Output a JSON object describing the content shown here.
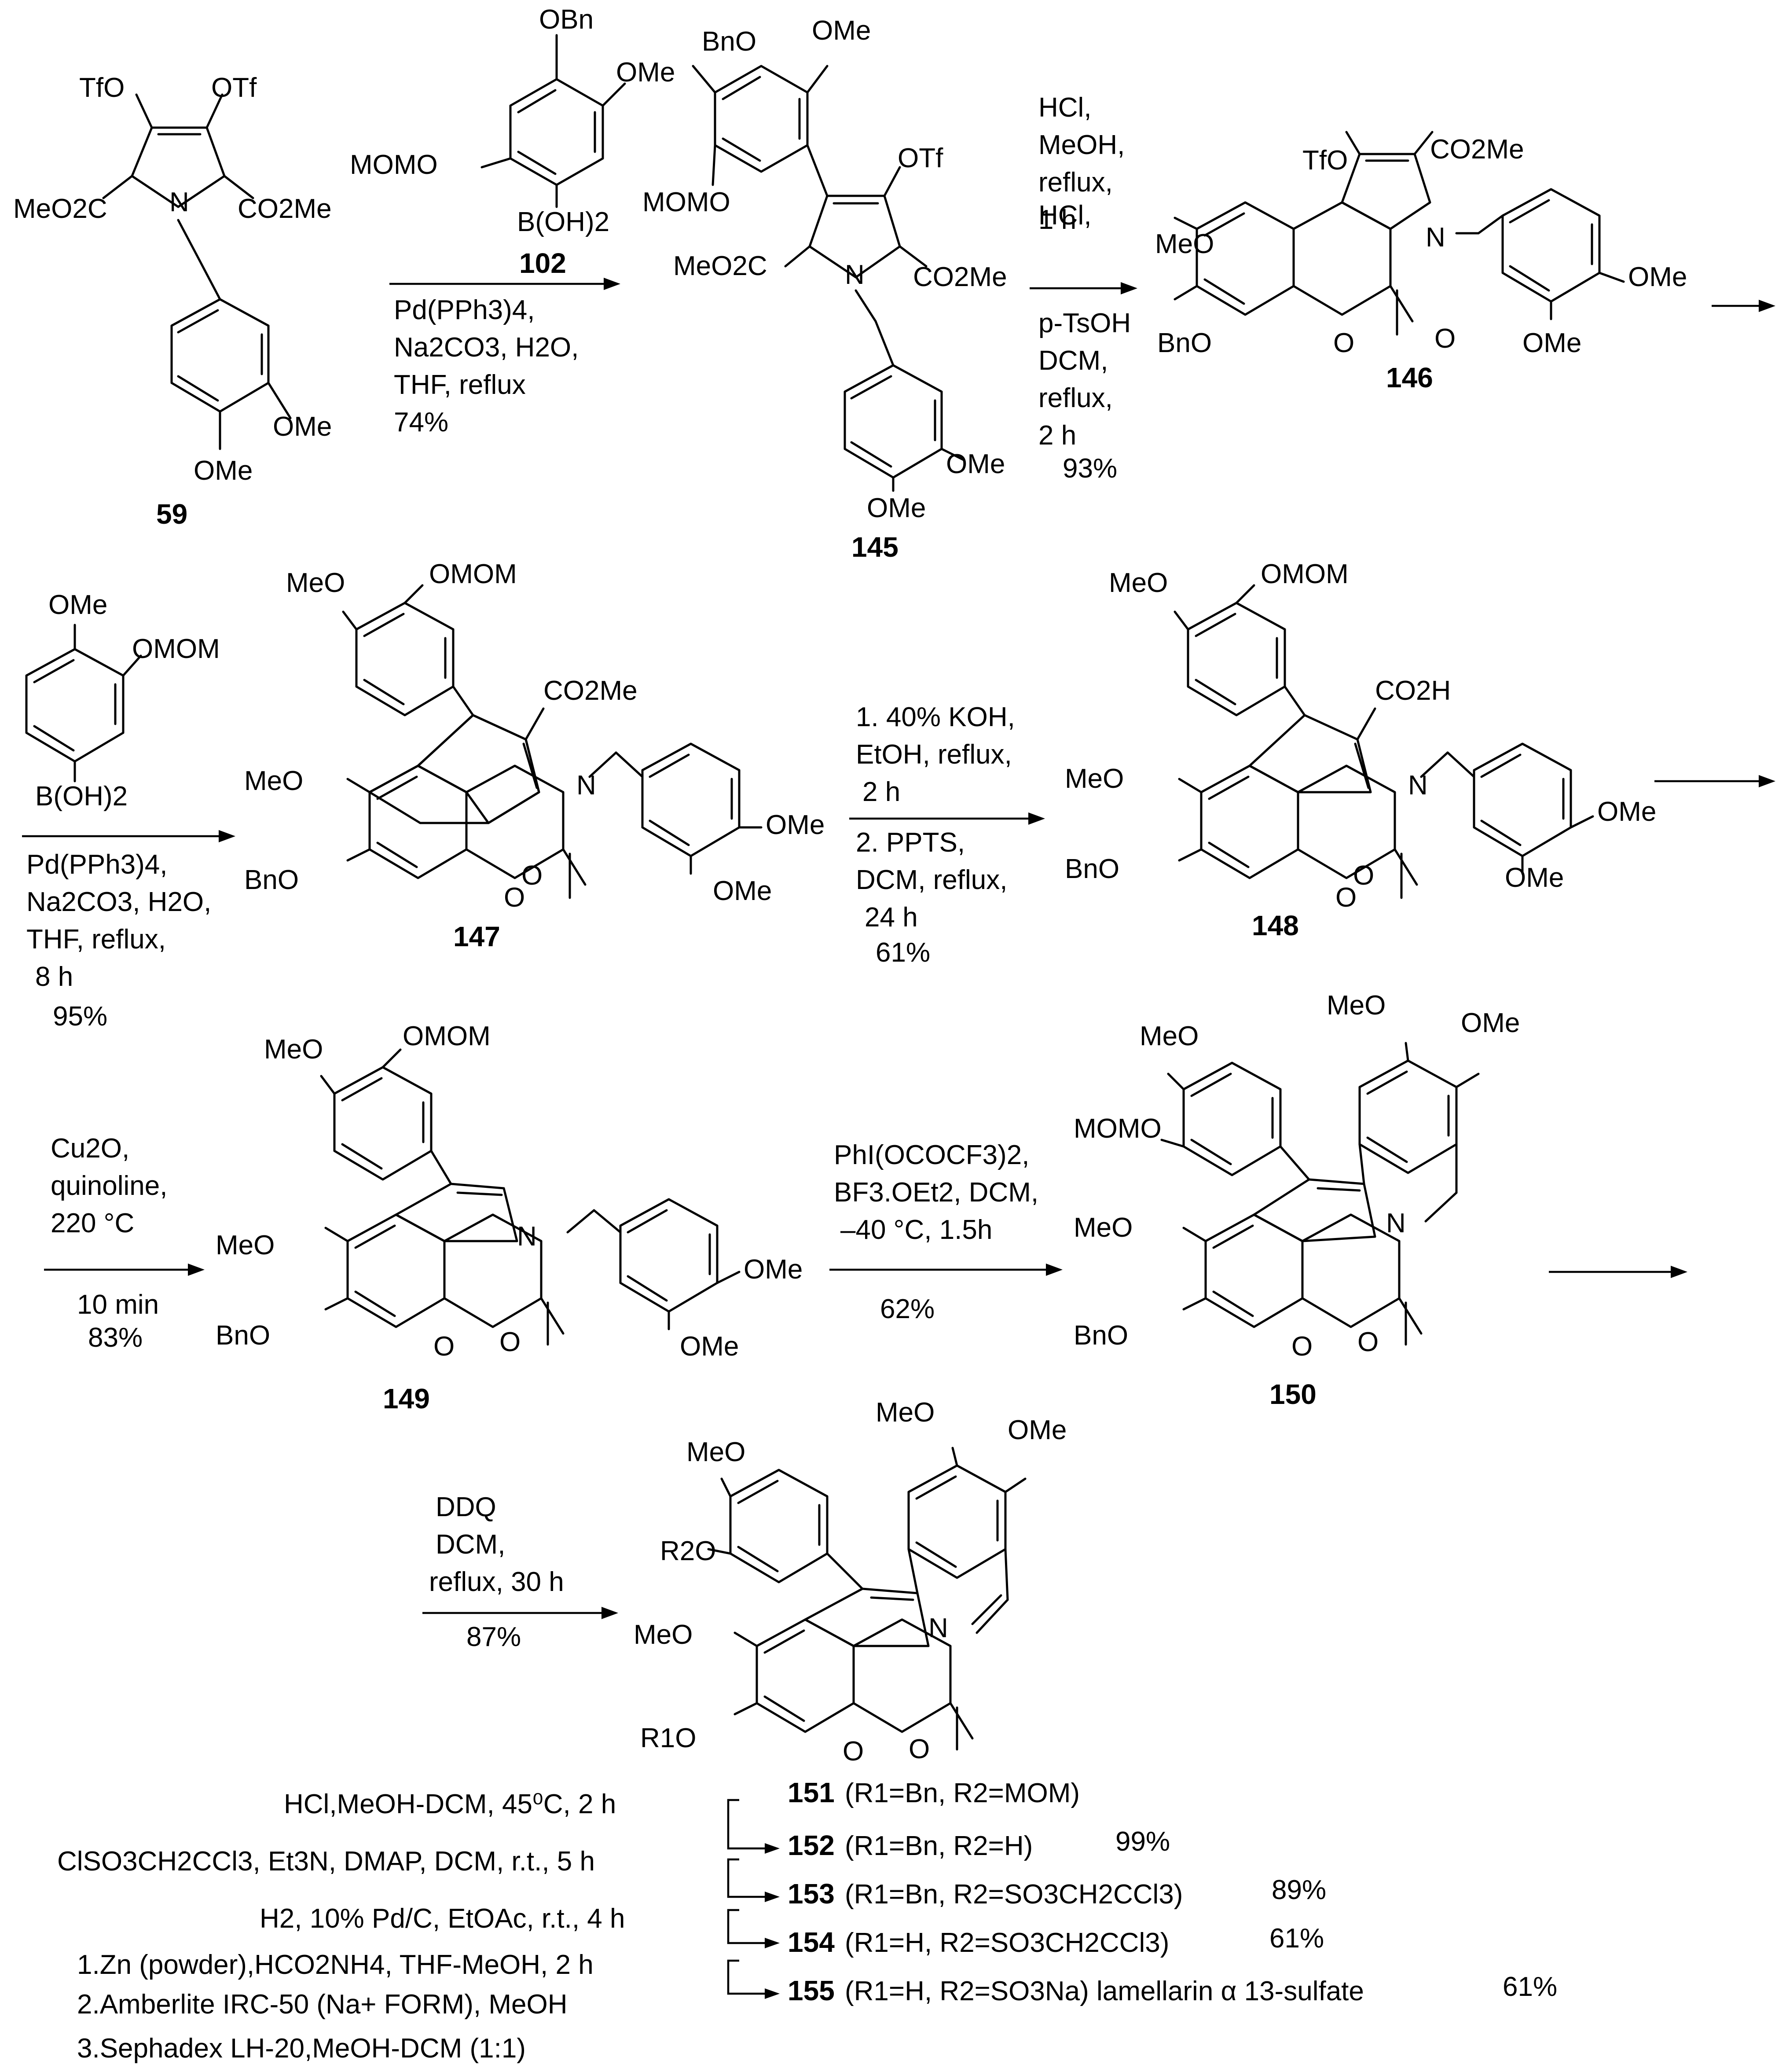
{
  "substituents": {
    "TfO": "TfO",
    "OTf": "OTf",
    "MeO2C": "MeO2C",
    "CO2Me": "CO2Me",
    "CO2H": "CO2H",
    "OMe": "OMe",
    "MeO": "MeO",
    "BnO": "BnO",
    "OBn": "OBn",
    "MOMO": "MOMO",
    "OMOM": "OMOM",
    "BOH2": "B(OH)2",
    "N": "N",
    "O": "O",
    "R1O": "R1O",
    "R2O": "R2O"
  },
  "compounds": {
    "c59": "59",
    "c102": "102",
    "c145": "145",
    "c146": "146",
    "c147": "147",
    "c148": "148",
    "c149": "149",
    "c150": "150"
  },
  "steps": {
    "s1": [
      "Pd(PPh3)4,",
      "Na2CO3, H2O,",
      "THF,  reflux",
      "74%"
    ],
    "s2a": [
      "HCl,",
      "MeOH,",
      "reflux,",
      "1 h"
    ],
    "s2b": [
      "p-TsOH",
      "DCM,",
      "reflux,",
      "2 h",
      "93%"
    ],
    "s3": [
      "Pd(PPh3)4,",
      "Na2CO3, H2O,",
      "THF,  reflux,",
      "8 h",
      "95%"
    ],
    "s4": [
      "1.  40% KOH,",
      "EtOH, reflux,",
      "2 h",
      "2.  PPTS,",
      "DCM, reflux,",
      "24 h",
      "61%"
    ],
    "s5": [
      "Cu2O,",
      "quinoline,",
      "220 °C",
      "10 min",
      "83%"
    ],
    "s6": [
      "PhI(OCOCF3)2,",
      "BF3.OEt2, DCM,",
      "–40 °C, 1.5h",
      "62%"
    ],
    "s7": [
      "DDQ",
      "DCM,",
      "reflux, 30 h",
      "87%"
    ]
  },
  "final_steps": [
    "HCl,MeOH-DCM, 45⁰C, 2 h",
    "ClSO3CH2CCl3, Et3N, DMAP,  DCM, r.t., 5 h",
    "H2, 10% Pd/C, EtOAc, r.t., 4 h",
    "1.Zn (powder),HCO2NH4, THF-MeOH, 2 h",
    "2.Amberlite IRC-50 (Na+ FORM), MeOH",
    "3.Sephadex LH-20,MeOH-DCM (1:1)"
  ],
  "products": [
    {
      "num": "151",
      "desc": "(R1=Bn,  R2=MOM)",
      "yield": ""
    },
    {
      "num": "152",
      "desc": "(R1=Bn,  R2=H)",
      "yield": "99%"
    },
    {
      "num": "153",
      "desc": "(R1=Bn,  R2=SO3CH2CCl3)",
      "yield": "89%"
    },
    {
      "num": "154",
      "desc": "(R1=H,  R2=SO3CH2CCl3)",
      "yield": "61%"
    },
    {
      "num": "155",
      "desc": "(R1=H,  R2=SO3Na)  lamellarin α 13-sulfate",
      "yield": "61%"
    }
  ]
}
